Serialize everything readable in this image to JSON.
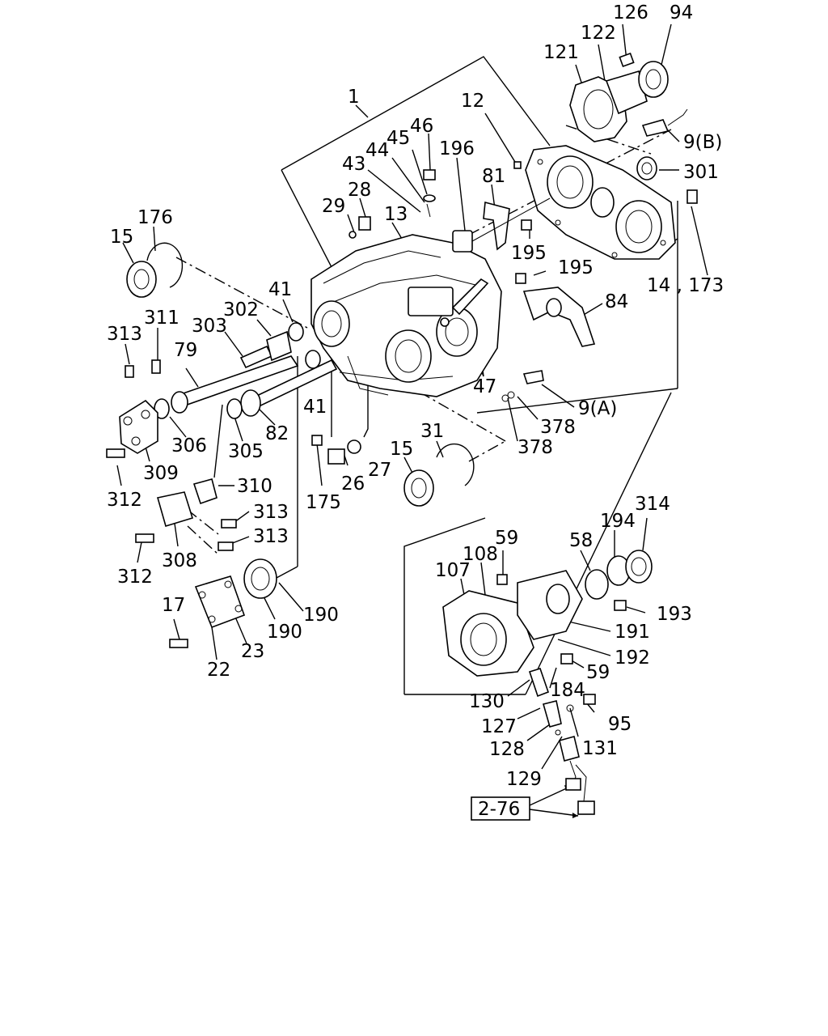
{
  "labels": {
    "l1": "1",
    "l12": "12",
    "l13": "13",
    "l14_173": "14 , 173",
    "l15a": "15",
    "l15b": "15",
    "l17": "17",
    "l22": "22",
    "l23": "23",
    "l26": "26",
    "l27": "27",
    "l28": "28",
    "l29": "29",
    "l31": "31",
    "l41a": "41",
    "l41b": "41",
    "l43": "43",
    "l44": "44",
    "l45": "45",
    "l46": "46",
    "l47": "47",
    "l58": "58",
    "l59a": "59",
    "l59b": "59",
    "l79": "79",
    "l81": "81",
    "l82": "82",
    "l84": "84",
    "l9a": "9(A)",
    "l9b": "9(B)",
    "l94": "94",
    "l95": "95",
    "l107": "107",
    "l108": "108",
    "l121": "121",
    "l122": "122",
    "l126": "126",
    "l127": "127",
    "l128": "128",
    "l129": "129",
    "l130": "130",
    "l131": "131",
    "l175": "175",
    "l176": "176",
    "l184": "184",
    "l190a": "190",
    "l190b": "190",
    "l191": "191",
    "l192": "192",
    "l193": "193",
    "l194": "194",
    "l195a": "195",
    "l195b": "195",
    "l196": "196",
    "l301": "301",
    "l302": "302",
    "l303": "303",
    "l305": "305",
    "l306": "306",
    "l308": "308",
    "l309": "309",
    "l310": "310",
    "l311": "311",
    "l312a": "312",
    "l312b": "312",
    "l313a": "313",
    "l313b": "313",
    "l313c": "313",
    "l314": "314",
    "l378a": "378",
    "l378b": "378",
    "ref_box": "2-76"
  }
}
